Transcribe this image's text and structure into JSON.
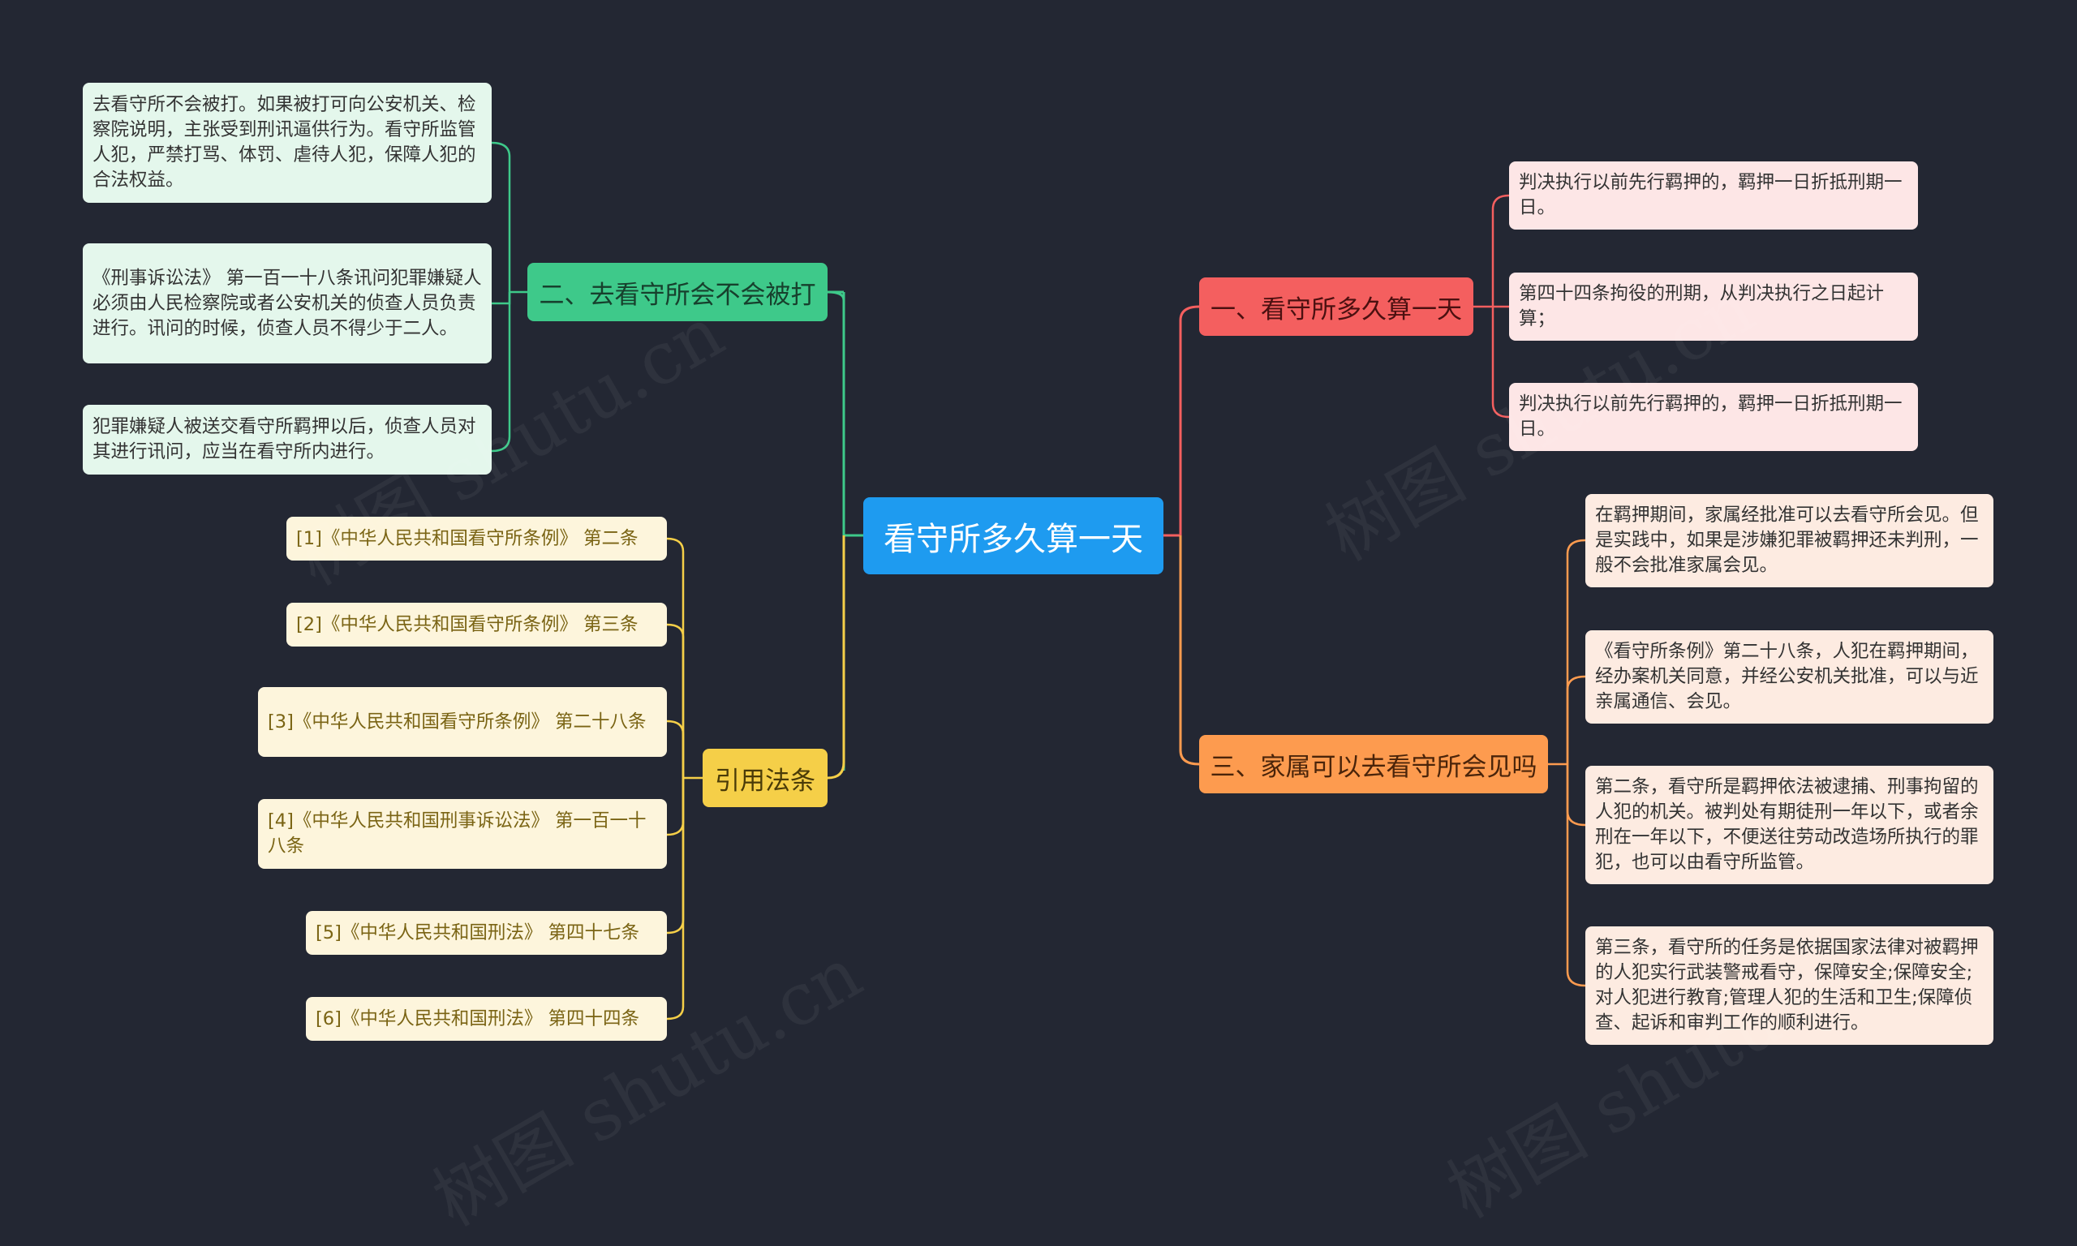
{
  "root": {
    "label": "看守所多久算一天"
  },
  "branches": {
    "visit_beaten": {
      "label": "二、去看守所会不会被打",
      "leaves": [
        "去看守所不会被打。如果被打可向公安机关、检察院说明，主张受到刑讯逼供行为。看守所监管人犯，严禁打骂、体罚、虐待人犯，保障人犯的合法权益。",
        "《刑事诉讼法》 第一百一十八条讯问犯罪嫌疑人必须由人民检察院或者公安机关的侦查人员负责进行。讯问的时候，侦查人员不得少于二人。",
        "犯罪嫌疑人被送交看守所羁押以后，侦查人员对其进行讯问，应当在看守所内进行。"
      ]
    },
    "citations": {
      "label": "引用法条",
      "leaves": [
        "[1]《中华人民共和国看守所条例》 第二条",
        "[2]《中华人民共和国看守所条例》 第三条",
        "[3]《中华人民共和国看守所条例》 第二十八条",
        "[4]《中华人民共和国刑事诉讼法》 第一百一十八条",
        "[5]《中华人民共和国刑法》 第四十七条",
        "[6]《中华人民共和国刑法》 第四十四条"
      ]
    },
    "how_long": {
      "label": "一、看守所多久算一天",
      "leaves": [
        "判决执行以前先行羁押的，羁押一日折抵刑期一日。",
        " 第四十四条拘役的刑期，从判决执行之日起计算；",
        "判决执行以前先行羁押的，羁押一日折抵刑期一日。"
      ]
    },
    "family_visit": {
      "label": "三、家属可以去看守所会见吗",
      "leaves": [
        "在羁押期间，家属经批准可以去看守所会见。但是实践中，如果是涉嫌犯罪被羁押还未判刑，一般不会批准家属会见。",
        "《看守所条例》第二十八条，人犯在羁押期间，经办案机关同意，并经公安机关批准，可以与近亲属通信、会见。",
        "第二条，看守所是羁押依法被逮捕、刑事拘留的人犯的机关。被判处有期徒刑一年以下，或者余刑在一年以下，不便送往劳动改造场所执行的罪犯，也可以由看守所监管。",
        "第三条，看守所的任务是依据国家法律对被羁押的人犯实行武装警戒看守，保障安全;保障安全;对人犯进行教育;管理人犯的生活和卫生;保障侦查、起诉和审判工作的顺利进行。"
      ]
    }
  },
  "watermark": "树图 shutu.cn",
  "colors": {
    "background": "#232733",
    "root": "#1e9bf0",
    "green": "#3ec98a",
    "yellow": "#f5cf48",
    "red": "#f45f5f",
    "orange": "#fd9b4f"
  }
}
